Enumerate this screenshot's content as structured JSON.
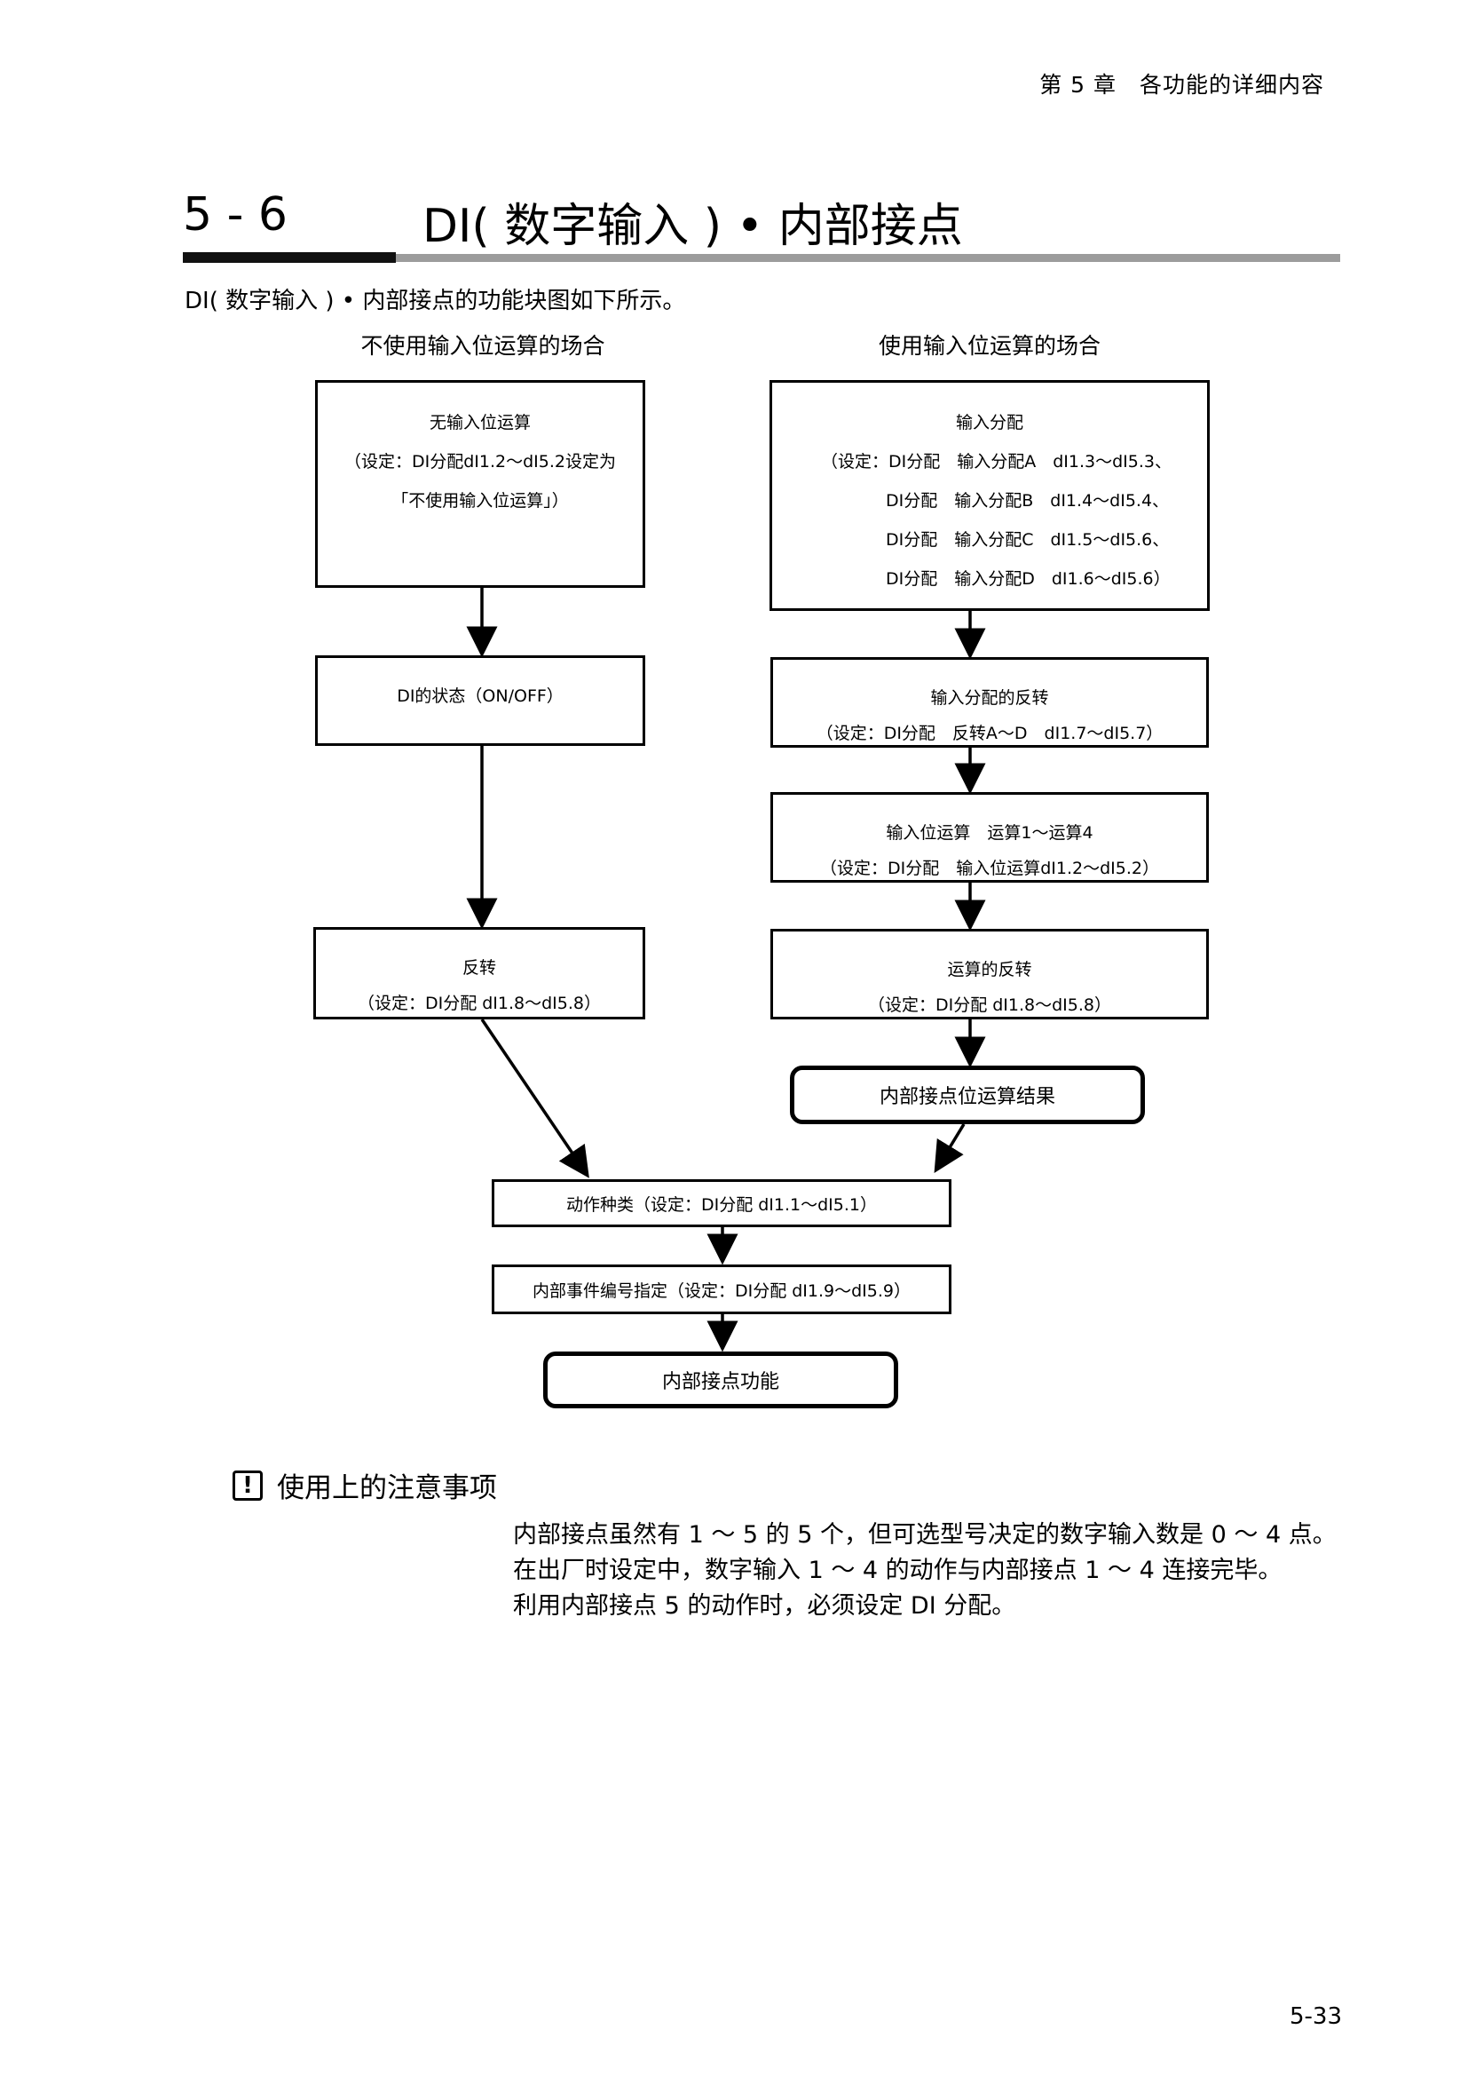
{
  "header": {
    "chapter": "第 5 章　各功能的详细内容"
  },
  "section": {
    "number": "5 - 6",
    "title": "DI( 数字输入 ) • 内部接点"
  },
  "intro": "DI( 数字输入 ) • 内部接点的功能块图如下所示。",
  "diagram": {
    "left_heading": "不使用输入位运算的场合",
    "right_heading": "使用输入位运算的场合",
    "no_bit_op": [
      "无输入位运算",
      "（设定：DI分配dI1.2～dI5.2设定为",
      "「不使用输入位运算」）"
    ],
    "di_state": "DI的状态（ON/OFF）",
    "invert": [
      "反转",
      "（设定：DI分配  dI1.8～dI5.8）"
    ],
    "input_assign": [
      "输入分配",
      "（设定：DI分配　输入分配A　dI1.3～dI5.3、",
      "DI分配　输入分配B　dI1.4～dI5.4、",
      "DI分配　输入分配C　dI1.5～dI5.6、",
      "DI分配　输入分配D　dI1.6～dI5.6）"
    ],
    "assign_invert": [
      "输入分配的反转",
      "（设定：DI分配　反转A～D　dI1.7～dI5.7）"
    ],
    "bit_operation": [
      "输入位运算　运算1～运算4",
      "（设定：DI分配　输入位运算dI1.2～dI5.2）"
    ],
    "op_invert": [
      "运算的反转",
      "（设定：DI分配  dI1.8～dI5.8）"
    ],
    "bit_op_result": "内部接点位运算结果",
    "action_type": "动作种类（设定：DI分配  dI1.1～dI5.1）",
    "event_number": "内部事件编号指定（设定：DI分配  dI1.9～dI5.9）",
    "contact_function": "内部接点功能"
  },
  "notes": {
    "icon": "exclamation-icon",
    "icon_glyph": "!",
    "heading": "使用上的注意事项",
    "lines": [
      "内部接点虽然有 1 ～ 5 的 5 个，但可选型号决定的数字输入数是 0 ～ 4 点。",
      "在出厂时设定中，数字输入 1 ～ 4 的动作与内部接点 1 ～ 4 连接完毕。",
      "利用内部接点 5 的动作时，必须设定 DI 分配。"
    ]
  },
  "page_number": "5-33"
}
